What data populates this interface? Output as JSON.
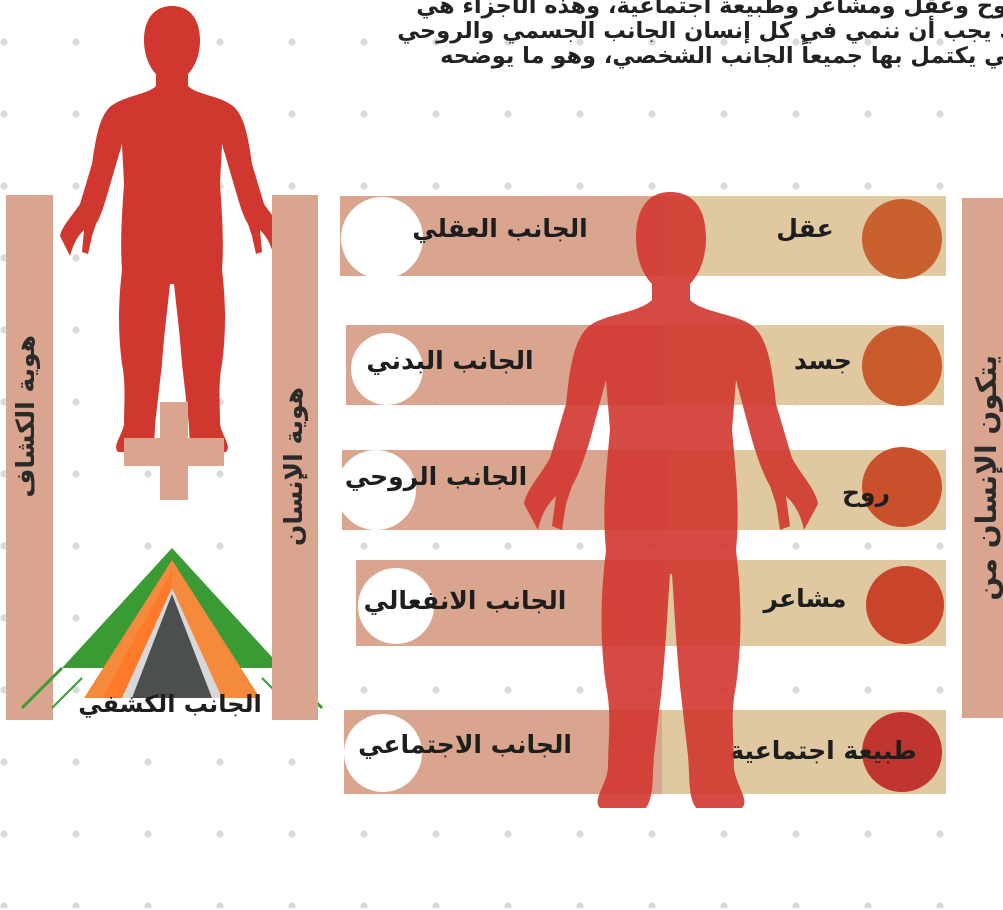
{
  "intro_lines": [
    "روح وعقل ومشاعر وطبيعة اجتماعية، وهذه الأجزاء هي",
    "ك يجب أن ننمي في كل إنسان الجانب الجسمي والروحي",
    "كي يكتمل بها جميعاً الجانب الشخصي، وهو ما يوضحه"
  ],
  "left_bar_label": "هوية الكشاف",
  "middle_bar_label": "هوية الإنسان",
  "right_bar_label": "يتكون الإنسان من",
  "tent_label": "الجانب الكشفي",
  "rows": [
    {
      "aspect": "الجانب العقلي",
      "component": "عقل"
    },
    {
      "aspect": "الجانب البدني",
      "component": "جسد"
    },
    {
      "aspect": "الجانب الروحي",
      "component": "روح"
    },
    {
      "aspect": "الجانب الانفعالي",
      "component": "مشاعر"
    },
    {
      "aspect": "الجانب الاجتماعي",
      "component": "طبيعة اجتماعية"
    }
  ],
  "colors": {
    "body_red": "#d0372f",
    "bar_tan": "#d9a58e",
    "row_beige": "#e0c9a0",
    "circle_orange": "#c8602f",
    "tent_orange": "#f58a3c",
    "tent_green": "#3a9b35"
  }
}
